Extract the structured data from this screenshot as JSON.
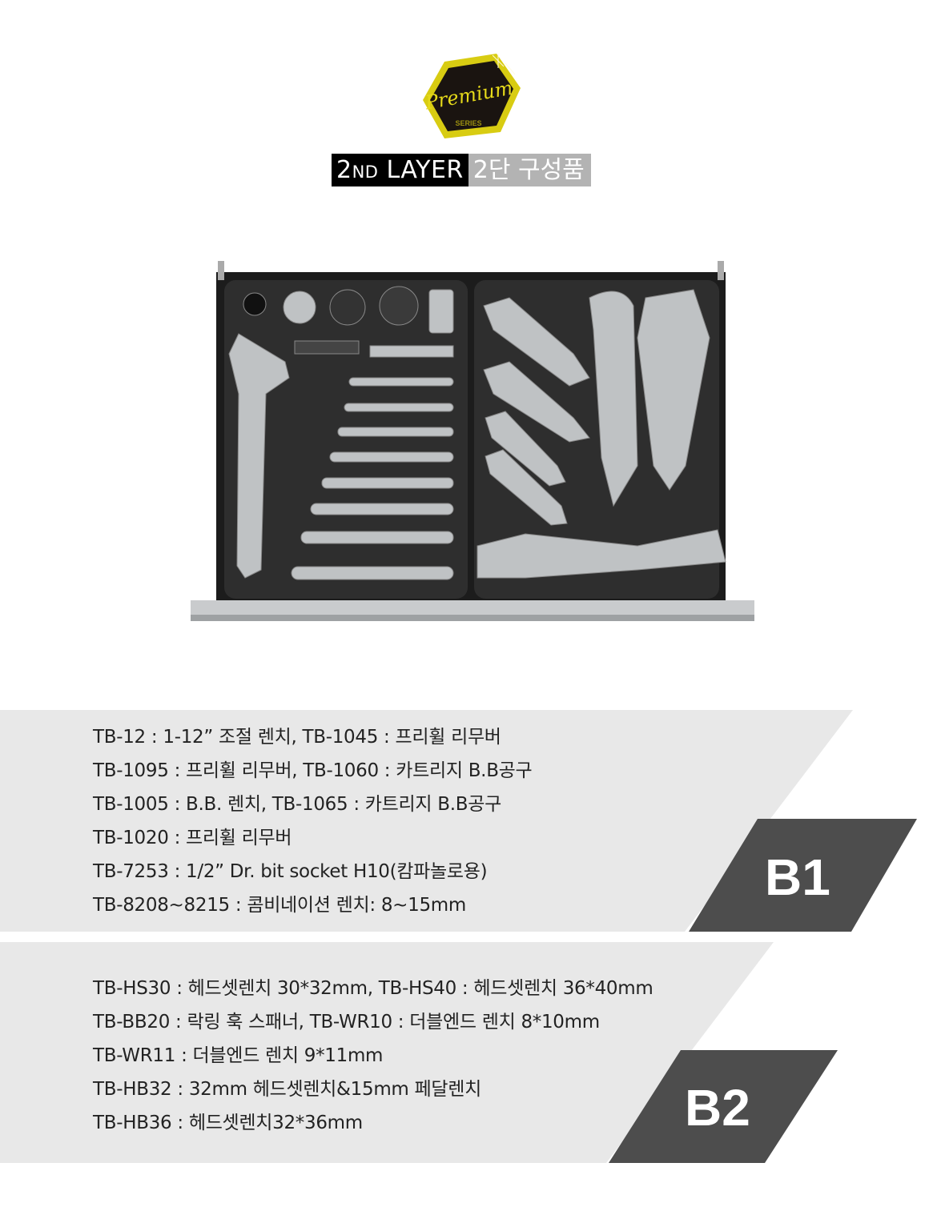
{
  "logo": {
    "script_text": "Premium",
    "sub_text": "SERIES",
    "colors": {
      "rim": "#d8cc12",
      "face": "#1a1410"
    }
  },
  "title": {
    "en_main": "2",
    "en_suffix": "ND",
    "en_rest": " LAYER",
    "ko": "2단 구성품"
  },
  "groups": [
    {
      "badge": "B1",
      "lines": [
        "TB-12 : 1-12” 조절 렌치, TB-1045 : 프리휠 리무버",
        "TB-1095 : 프리휠 리무버, TB-1060 : 카트리지 B.B공구",
        "TB-1005 : B.B. 렌치, TB-1065 : 카트리지 B.B공구",
        "TB-1020 : 프리휠 리무버",
        "TB-7253 : 1/2” Dr. bit socket H10(캄파놀로용)",
        "TB-8208~8215 : 콤비네이션 렌치: 8~15mm"
      ]
    },
    {
      "badge": "B2",
      "lines": [
        "TB-HS30 : 헤드셋렌치 30*32mm, TB-HS40 : 헤드셋렌치 36*40mm",
        "TB-BB20 : 락링 훅 스패너, TB-WR10 : 더블엔드 렌치 8*10mm",
        "TB-WR11 : 더블엔드 렌치 9*11mm",
        "TB-HB32 : 32mm 헤드셋렌치&15mm 페달렌치",
        "TB-HB36 : 헤드셋렌치32*36mm"
      ]
    }
  ],
  "colors": {
    "band": "#e8e8e8",
    "badge": "#4d4d4d"
  }
}
